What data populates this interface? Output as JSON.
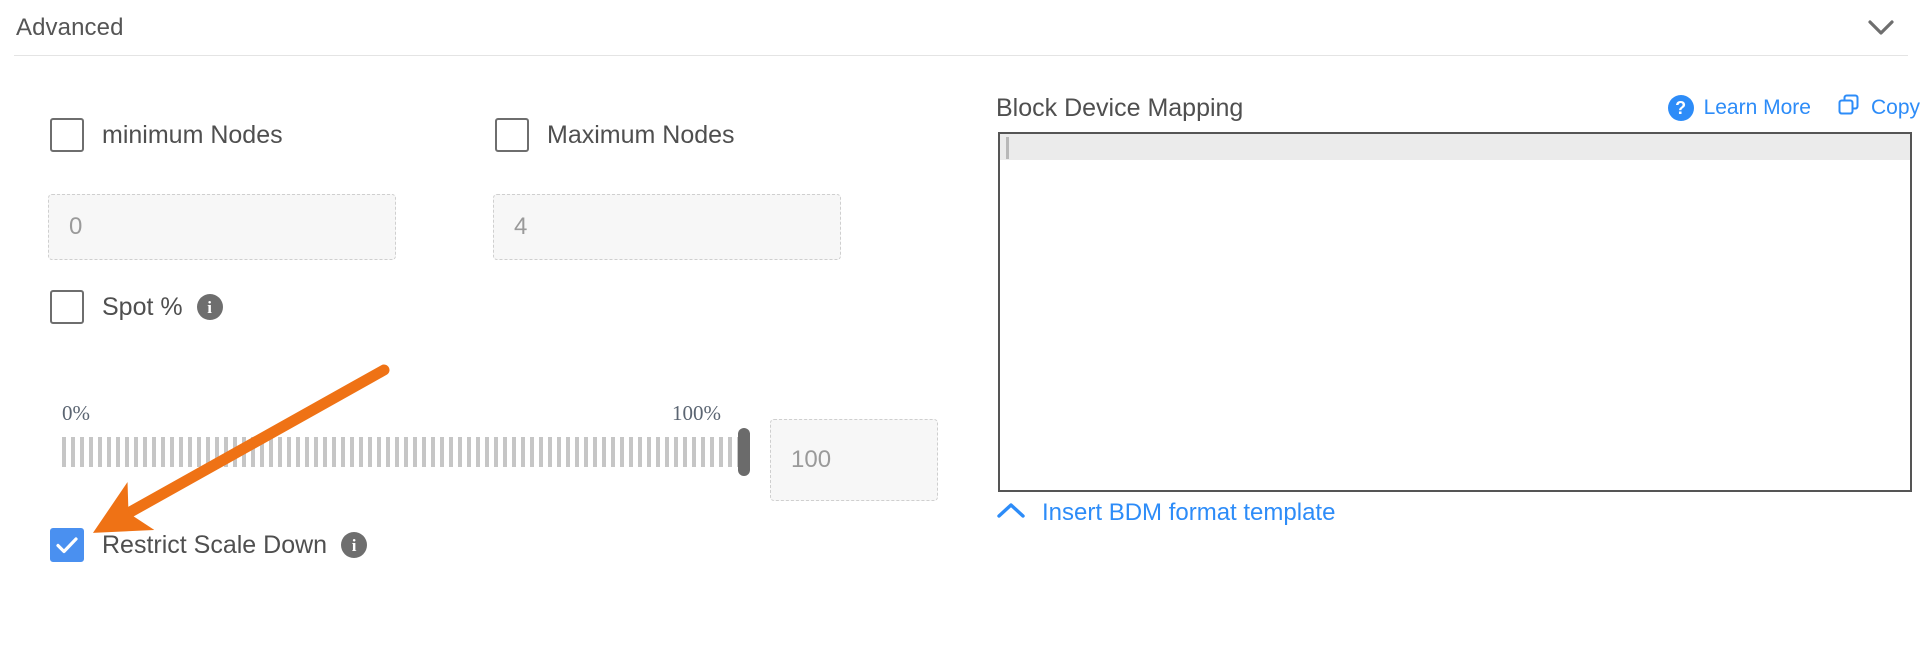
{
  "section": {
    "title": "Advanced",
    "collapse_icon": "chevron-down-icon"
  },
  "left": {
    "min_nodes": {
      "label": "minimum Nodes",
      "checked": false,
      "input_placeholder": "0"
    },
    "max_nodes": {
      "label": "Maximum Nodes",
      "checked": false,
      "input_placeholder": "4"
    },
    "spot": {
      "label": "Spot %",
      "checked": false,
      "info_icon": "info-icon",
      "info_glyph": "i"
    },
    "slider": {
      "min_label": "0%",
      "max_label": "100%",
      "value": 100,
      "value_input_placeholder": "100"
    },
    "restrict_scale_down": {
      "label": "Restrict Scale Down",
      "checked": true,
      "info_icon": "info-icon",
      "info_glyph": "i"
    }
  },
  "right": {
    "title": "Block Device Mapping",
    "learn_more": {
      "label": "Learn More",
      "icon": "question-circle-icon",
      "glyph": "?"
    },
    "copy": {
      "label": "Copy",
      "icon": "copy-icon"
    },
    "editor": {
      "content": ""
    },
    "insert_template": {
      "label": "Insert BDM format template",
      "icon": "chevron-up-icon"
    }
  },
  "colors": {
    "accent_blue": "#2d8cf8",
    "checkbox_checked": "#4a90f0",
    "annotation_orange": "#ef7215",
    "text_gray": "#4f4f4f",
    "border_gray": "#555555"
  }
}
